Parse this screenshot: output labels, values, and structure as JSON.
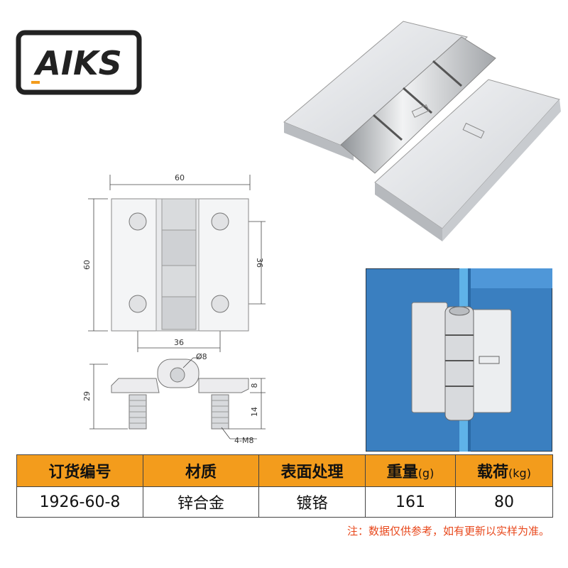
{
  "brand": {
    "logo_text": "AIKS"
  },
  "drawing": {
    "dim_top_width": "60",
    "dim_left_height": "60",
    "dim_hole_vertical": "36",
    "dim_hole_horizontal": "36",
    "dim_pin_diameter": "Ø8",
    "dim_side_total": "29",
    "dim_leaf_thickness": "8",
    "dim_screw_length": "14",
    "screw_spec": "4-M8"
  },
  "spec_table": {
    "headers": [
      {
        "label": "订货编号",
        "unit": ""
      },
      {
        "label": "材质",
        "unit": ""
      },
      {
        "label": "表面处理",
        "unit": ""
      },
      {
        "label": "重量",
        "unit": "(g)"
      },
      {
        "label": "载荷",
        "unit": "(kg)"
      }
    ],
    "rows": [
      [
        "1926-60-8",
        "锌合金",
        "镀铬",
        "161",
        "80"
      ]
    ]
  },
  "note": "注：数据仅供参考，如有更新以实样为准。",
  "colors": {
    "header_bg": "#f39c1c",
    "note": "#e8481c",
    "install_bg": "#3a7fc0"
  }
}
